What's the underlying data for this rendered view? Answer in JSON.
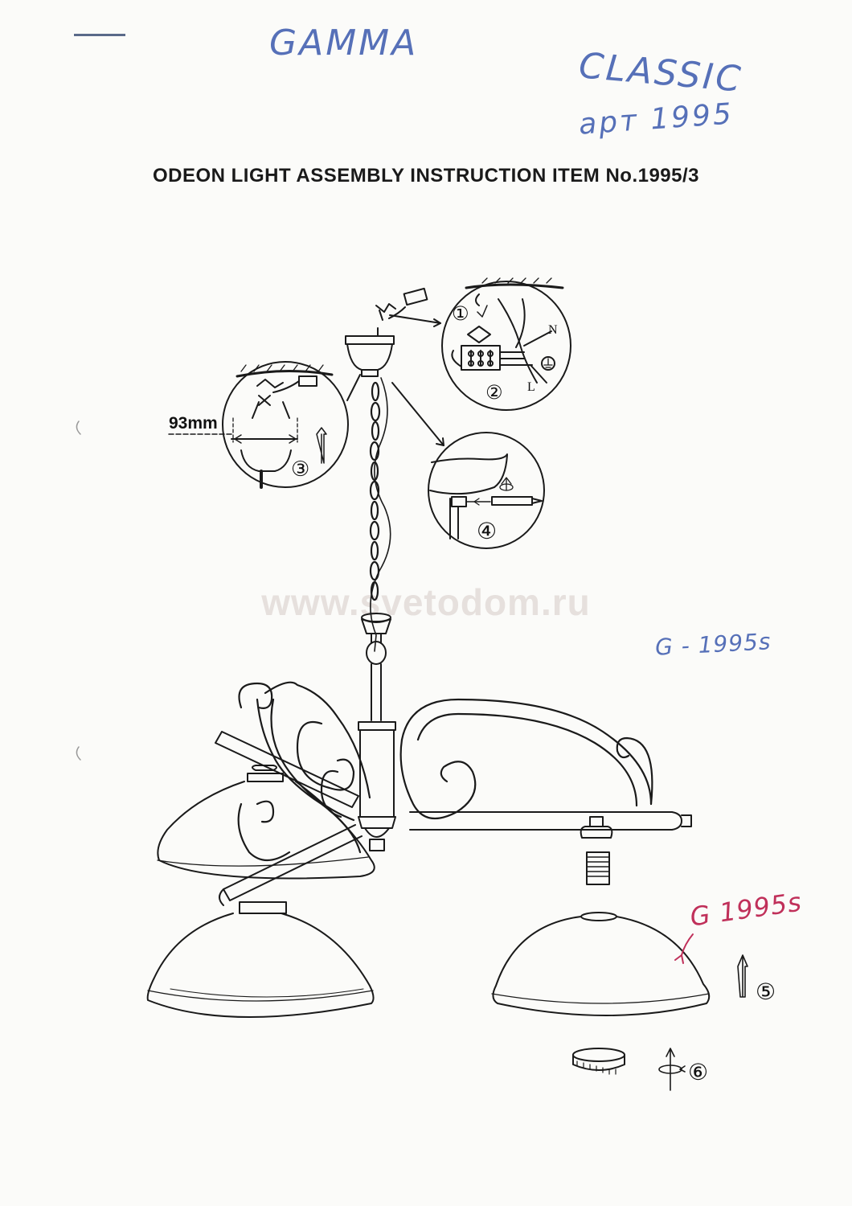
{
  "handwritten": {
    "gamma": "GAMMA",
    "classic": "CLASSIC",
    "art": "арт 1995",
    "code_blue": "G - 1995s",
    "code_red": "G 1995s"
  },
  "document": {
    "title": "ODEON LIGHT ASSEMBLY INSTRUCTION ITEM No.1995/3",
    "watermark": "www.svetodom.ru"
  },
  "diagram": {
    "dimension_label": "93mm",
    "wire_labels": {
      "neutral": "N",
      "live": "L"
    },
    "steps": [
      "①",
      "②",
      "③",
      "④",
      "⑤",
      "⑥"
    ]
  },
  "colors": {
    "ink": "#1a1a1a",
    "handwriting_blue": "#5670b8",
    "handwriting_red": "#c0305a",
    "watermark": "#e6e0dd"
  }
}
